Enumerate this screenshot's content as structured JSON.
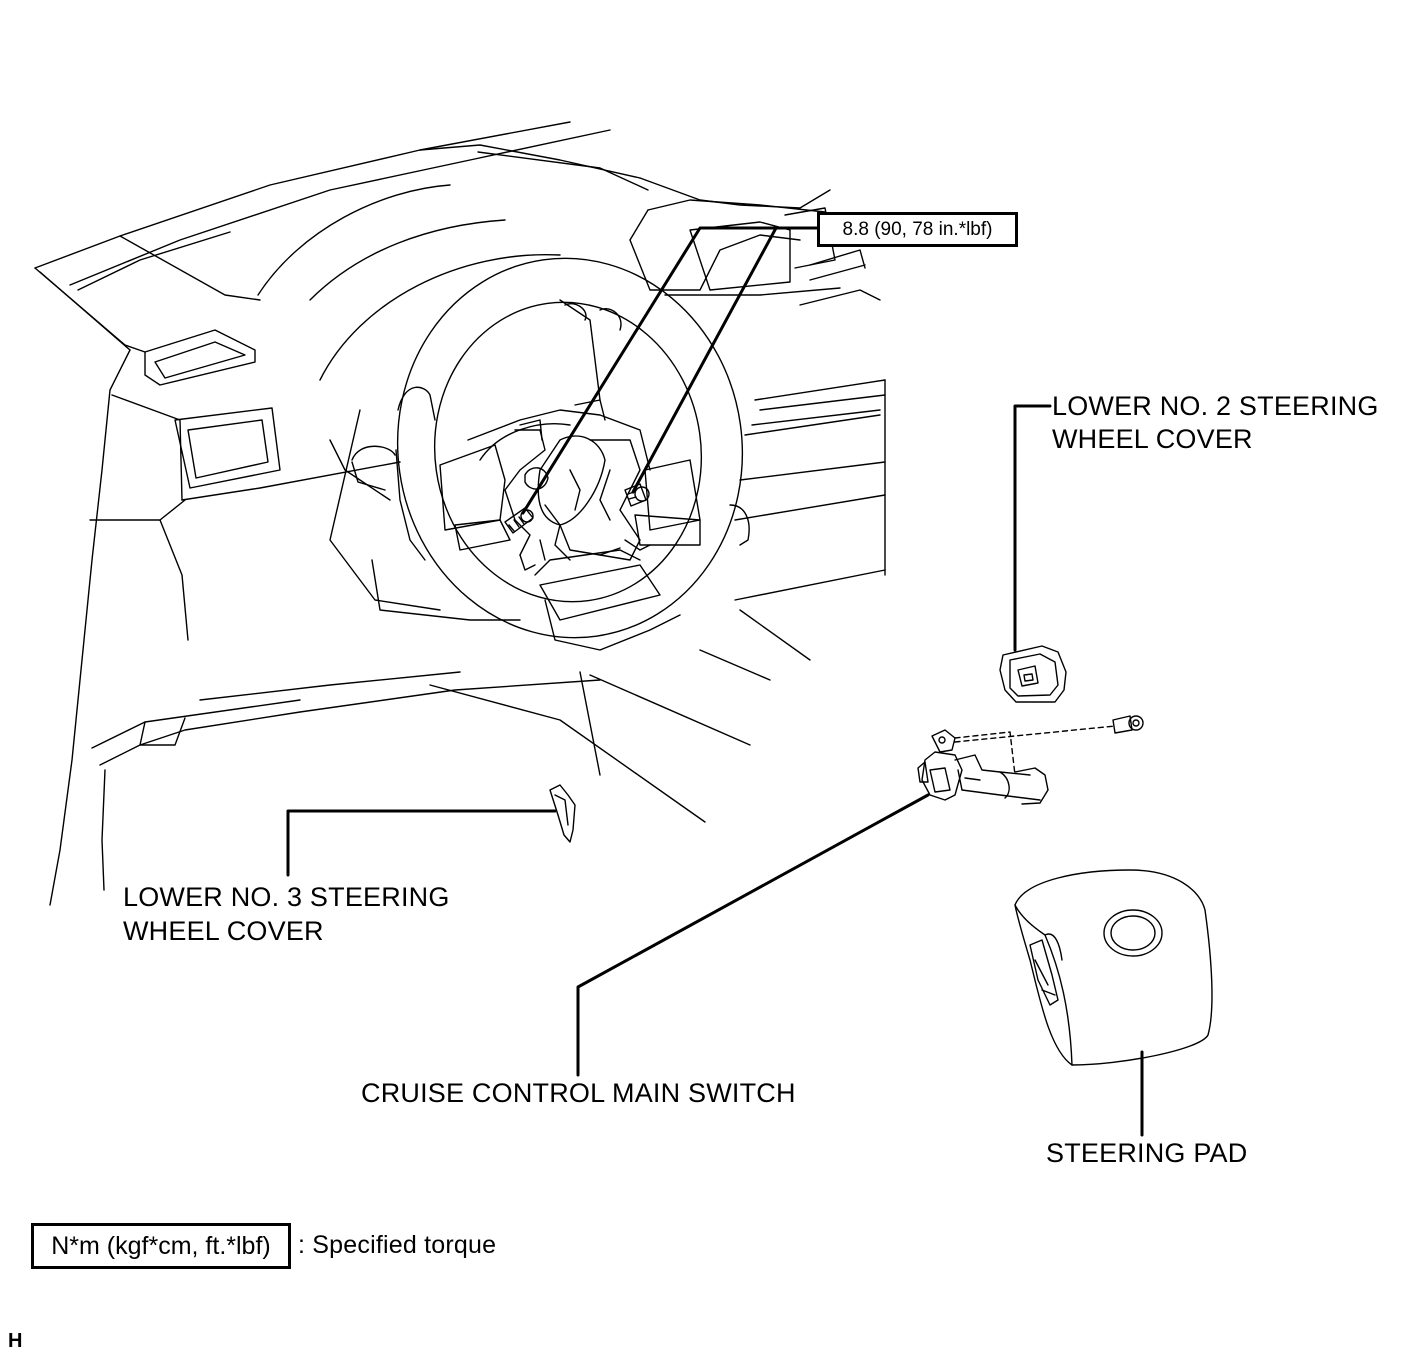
{
  "diagram": {
    "torque_callout": "8.8 (90, 78 in.*lbf)",
    "labels": {
      "lower_no2_cover": [
        "LOWER NO. 2 STEERING",
        "WHEEL COVER"
      ],
      "lower_no3_cover": [
        "LOWER NO. 3 STEERING",
        "WHEEL COVER"
      ],
      "cruise_switch": "CRUISE CONTROL MAIN SWITCH",
      "steering_pad": "STEERING PAD"
    },
    "legend": {
      "unit_box": "N*m (kgf*cm, ft.*lbf)",
      "description": ": Specified torque"
    },
    "figure_id": "H"
  }
}
